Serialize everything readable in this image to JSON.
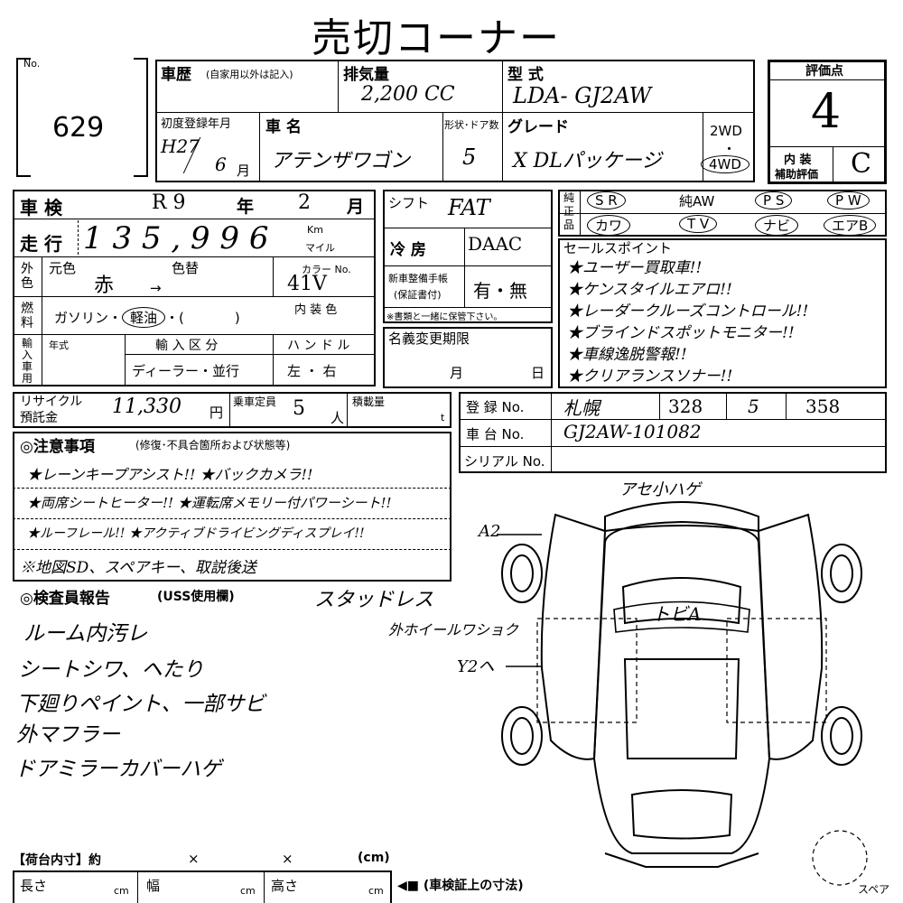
{
  "title": "売切コーナー",
  "lot": {
    "no_label": "No.",
    "number": "629"
  },
  "vehicle": {
    "history_label": "車歴",
    "history_note": "(自家用以外は記入)",
    "displacement_label": "排気量",
    "displacement_value": "2,200 CC",
    "model_label": "型 式",
    "model_value": "LDA- GJ2AW",
    "first_reg_label": "初度登録年月",
    "first_reg_year": "H27",
    "first_reg_month": "6",
    "month_unit": "月",
    "name_label": "車 名",
    "name_value": "アテンザワゴン",
    "doors_label": "形状･ドア数",
    "doors_value": "5",
    "grade_label": "グレード",
    "grade_value": "X DLパッケージ",
    "drive_2wd": "2WD",
    "drive_dot": "・",
    "drive_4wd": "4WD"
  },
  "rating": {
    "label": "評価点",
    "score": "4",
    "interior_label_1": "内 装",
    "interior_label_2": "補助評価",
    "interior_score": "C"
  },
  "inspection": {
    "shaken_label": "車 検",
    "shaken_era": "R 9",
    "year_unit": "年",
    "shaken_month": "2",
    "month_unit": "月",
    "mileage_label": "走 行",
    "mileage_value": "1 3 5 , 9 9 6",
    "km_label": "Km",
    "mile_label": "マイル"
  },
  "color": {
    "exterior_label": "外色",
    "original_label": "元色",
    "original_value": "赤",
    "repaint_label": "色替",
    "arrow": "→",
    "color_no_label": "カラー No.",
    "color_no_value": "41V",
    "interior_color_label": "内 装 色"
  },
  "fuel": {
    "label": "燃料",
    "options": "ガソリン・",
    "selected": "軽油",
    "other": "・(",
    "close": ")"
  },
  "import": {
    "label": "輸入車用",
    "year_label": "年式",
    "type_label": "輸 入 区 分",
    "type_value": "ディーラー・並行",
    "handle_label": "ハ ン ド ル",
    "handle_value": "左 ・ 右"
  },
  "shift": {
    "label": "シフト",
    "value": "FAT"
  },
  "aircon": {
    "label": "冷 房",
    "value": "DAAC"
  },
  "maintenance": {
    "label_1": "新車整備手帳",
    "label_2": "(保証書付)",
    "value": "有・無",
    "note": "※書類と一緒に保管下さい。"
  },
  "name_change": {
    "label": "名義変更期限",
    "month": "月",
    "day": "日"
  },
  "equipment": {
    "label": "純正品",
    "row1": [
      "S R",
      "純AW",
      "P S",
      "P W"
    ],
    "row2": [
      "カワ",
      "T V",
      "ナビ",
      "エアB"
    ]
  },
  "sales_points": {
    "label": "セールスポイント",
    "items": [
      "★ユーザー買取車!!",
      "★ケンスタイルエアロ!!",
      "★レーダークルーズコントロール!!",
      "★ブラインドスポットモニター!!",
      "★車線逸脱警報!!",
      "★クリアランスソナー!!"
    ]
  },
  "recycle": {
    "label_1": "リサイクル",
    "label_2": "預託金",
    "value": "11,330",
    "unit": "円",
    "capacity_label": "乗車定員",
    "capacity_value": "5",
    "capacity_unit": "人",
    "load_label": "積載量",
    "load_unit": "t"
  },
  "registration": {
    "reg_label": "登 録 No.",
    "reg_area": "札幌",
    "reg_class": "328",
    "reg_kana": "5",
    "reg_number": "358",
    "chassis_label": "車 台 No.",
    "chassis_value": "GJ2AW-101082",
    "serial_label": "シリアル No."
  },
  "notes": {
    "label": "◎注意事項",
    "sub": "(修復･不具合箇所および状態等)",
    "lines": [
      "★レーンキープアシスト!!  ★バックカメラ!!",
      "★両席シートヒーター!!  ★運転席メモリー付パワーシート!!",
      "★ルーフレール!!  ★アクティブドライビングディスプレイ!!",
      "※地図SD、スペアキー、取説後送"
    ]
  },
  "inspector": {
    "label": "◎検査員報告",
    "sub": "(USS使用欄)",
    "stud": "スタッドレス",
    "lines": [
      "ルーム内汚レ",
      "シートシワ、ヘたり",
      "下廻りペイント、一部サビ",
      "外マフラー",
      "ドアミラーカバーハゲ"
    ]
  },
  "diagram": {
    "front_note": "アセ小ハゲ",
    "a2": "A2",
    "roof": "トビA",
    "wheel": "外ホイールワショク",
    "dent": "Y2ヘ",
    "spare": "スペア"
  },
  "cargo": {
    "label": "【荷台内寸】約",
    "x1": "×",
    "x2": "×",
    "unit": "(cm)",
    "length_label": "長さ",
    "width_label": "幅",
    "height_label": "高さ",
    "cm": "cm",
    "arrow_note": "◀■ (車検証上の寸法)"
  }
}
